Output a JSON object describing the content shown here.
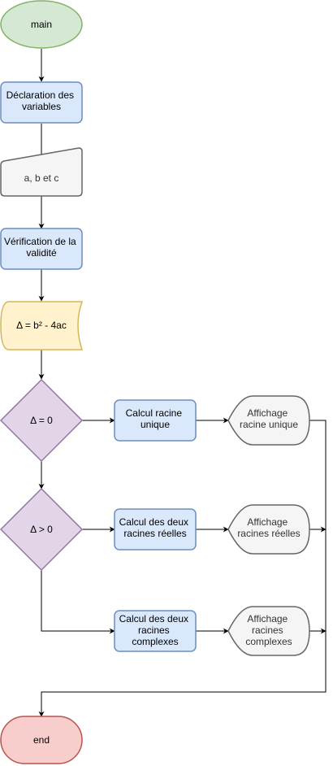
{
  "nodes": {
    "main": {
      "label": "main",
      "fill": "#d5e8d4",
      "stroke": "#82b366"
    },
    "declaration": {
      "lines": [
        "Déclaration des",
        "variables"
      ],
      "fill": "#dae8fc",
      "stroke": "#6c8ebf"
    },
    "input": {
      "label": "a, b et c",
      "fill": "#f5f5f5",
      "stroke": "#666666"
    },
    "verification": {
      "lines": [
        "Vérification de la",
        "validité"
      ],
      "fill": "#dae8fc",
      "stroke": "#6c8ebf"
    },
    "delta_calc": {
      "label": "Δ = b² - 4ac",
      "fill": "#fff2cc",
      "stroke": "#d6b656"
    },
    "decision_zero": {
      "label": "Δ = 0",
      "fill": "#e1d5e7",
      "stroke": "#9673a6"
    },
    "decision_positive": {
      "label": "Δ > 0",
      "fill": "#e1d5e7",
      "stroke": "#9673a6"
    },
    "calc_unique": {
      "lines": [
        "Calcul racine",
        "unique"
      ],
      "fill": "#dae8fc",
      "stroke": "#6c8ebf"
    },
    "calc_real": {
      "lines": [
        "Calcul des deux",
        "racines réelles"
      ],
      "fill": "#dae8fc",
      "stroke": "#6c8ebf"
    },
    "calc_complex": {
      "lines": [
        "Calcul des deux",
        "racines",
        "complexes"
      ],
      "fill": "#dae8fc",
      "stroke": "#6c8ebf"
    },
    "display_unique": {
      "lines": [
        "Affichage",
        "racine unique"
      ],
      "fill": "#f5f5f5",
      "stroke": "#666666"
    },
    "display_real": {
      "lines": [
        "Affichage",
        "racines réelles"
      ],
      "fill": "#f5f5f5",
      "stroke": "#666666"
    },
    "display_complex": {
      "lines": [
        "Affichage",
        "racines",
        "complexes"
      ],
      "fill": "#f5f5f5",
      "stroke": "#666666"
    },
    "end": {
      "label": "end",
      "fill": "#f8cecc",
      "stroke": "#b85450"
    }
  }
}
